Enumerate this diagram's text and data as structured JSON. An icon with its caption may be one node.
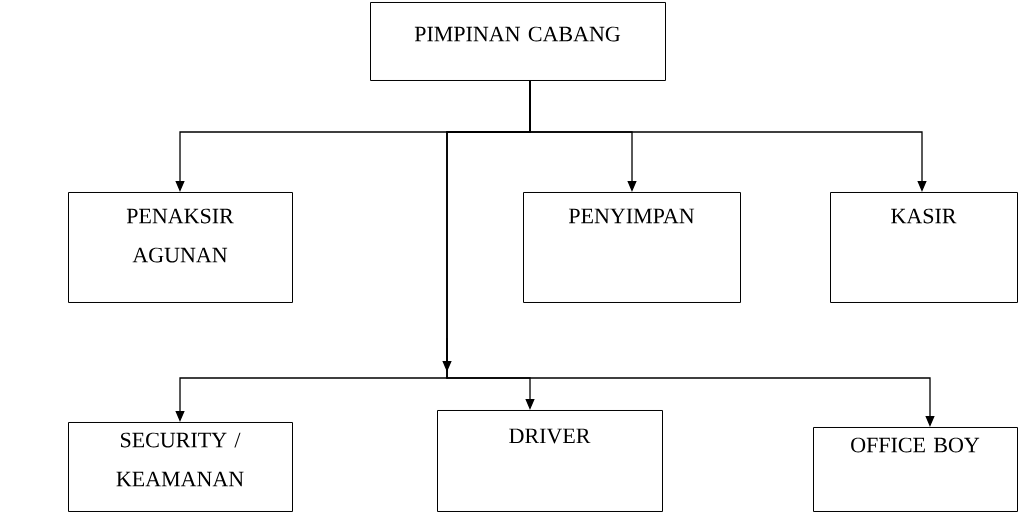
{
  "diagram": {
    "nodes": [
      {
        "text": [
          "PIMPINAN CABANG"
        ]
      },
      {
        "text": [
          "PENAKSIR AGUNAN"
        ]
      },
      {
        "text": [
          "PENYIMPAN"
        ]
      },
      {
        "text": [
          "KASIR"
        ]
      },
      {
        "text": [
          "SECURITY / KEAMANAN"
        ]
      },
      {
        "text": [
          "DRIVER"
        ]
      },
      {
        "text": [
          "OFFICE BOY"
        ]
      }
    ],
    "edges": [
      {
        "from": 0,
        "to": 1,
        "arrow": "to"
      },
      {
        "from": 0,
        "to": 2,
        "arrow": "to"
      },
      {
        "from": 0,
        "to": 3,
        "arrow": "to"
      },
      {
        "from": 0,
        "to": 4,
        "arrow": "to"
      },
      {
        "from": 0,
        "to": 5,
        "arrow": "to"
      },
      {
        "from": 0,
        "to": 6,
        "arrow": "to"
      }
    ]
  }
}
